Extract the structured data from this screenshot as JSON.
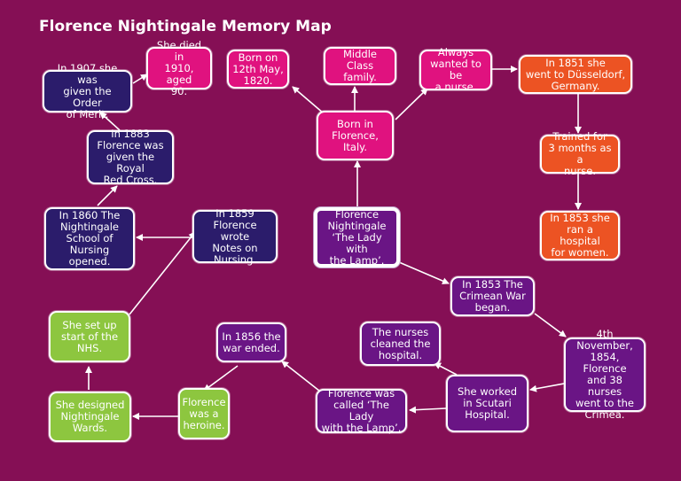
{
  "title": "Florence Nightingale Memory Map",
  "colors": {
    "background": "#850f55",
    "navy": "#2b1c6b",
    "pink": "#e0127f",
    "orange": "#ec5323",
    "green": "#8dc63f",
    "purple": "#6a1585",
    "border": "#ffffff"
  },
  "nodes": {
    "center": "Florence\nNightingale\n‘The Lady with\nthe Lamp’.",
    "born": "Born in\nFlorence, Italy.",
    "born_date": "Born on\n12th May,\n1820.",
    "middle_class": "Middle Class\nfamily.",
    "wanted_nurse": "Always\nwanted to be\na nurse.",
    "dusseldorf": "In 1851 she\nwent to Düsseldorf,\nGermany.",
    "trained": "Trained for\n3 months as a\nnurse.",
    "hospital_women": "In 1853 she\nran a hospital\nfor women.",
    "crimean_war": "In 1853 The\nCrimean War\nbegan.",
    "nov_1854": "4th November,\n1854, Florence\nand 38 nurses\nwent to the\nCrimea.",
    "scutari": "She worked\nin Scutari\nHospital.",
    "cleaned": "The nurses\ncleaned the\nhospital.",
    "lady_lamp": "Florence was\ncalled ‘The Lady\nwith the Lamp’.",
    "war_ended": "In 1856 the\nwar ended.",
    "heroine": "Florence\nwas a\nheroine.",
    "wards": "She designed\nNightingale\nWards.",
    "nhs": "She set up\nstart of the\nNHS.",
    "notes": "In 1859\nFlorence wrote\nNotes on\nNursing.",
    "school": "In 1860 The\nNightingale\nSchool of\nNursing opened.",
    "red_cross": "In 1883\nFlorence was\ngiven the Royal\nRed Cross.",
    "order_merit": "In 1907 she was\ngiven the Order\nof Merit.",
    "died": "She died in\n1910, aged\n90."
  }
}
